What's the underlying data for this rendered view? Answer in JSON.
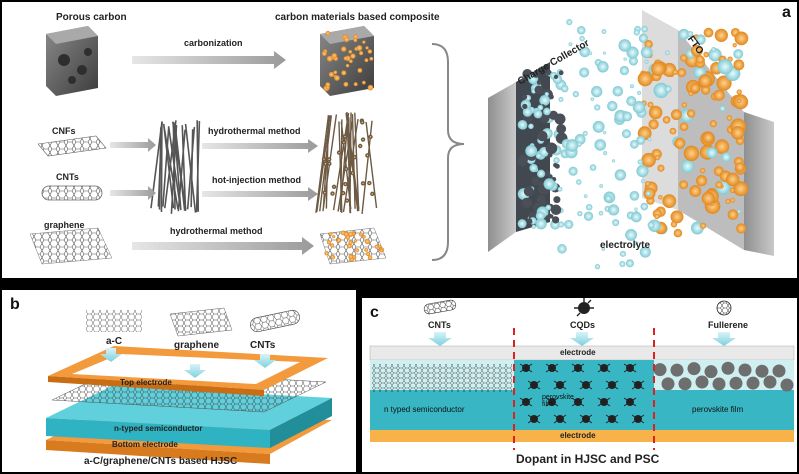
{
  "panel_a": {
    "label": "a",
    "left_title": "Porous carbon",
    "mid_title": "carbon materials based composite",
    "materials": [
      "CNFs",
      "CNTs",
      "graphene"
    ],
    "methods": [
      "carbonization",
      "hydrothermal method",
      "hot-injection method",
      "hydrothermal method"
    ],
    "device_labels": {
      "collector": "Charge Collector",
      "fto": "FTO",
      "electrolyte": "electrolyte"
    },
    "colors": {
      "carbon": "#5b5b5b",
      "particle_orange": "#f2a33a",
      "particle_cyan": "#a8dde3",
      "arrow": "#9a9a9a"
    }
  },
  "panel_b": {
    "label": "b",
    "materials": [
      "a-C",
      "graphene",
      "CNTs"
    ],
    "layers": {
      "top": "Top electrode",
      "semi": "n-typed semiconductor",
      "bottom": "Bottom electrode"
    },
    "caption": "a-C/graphene/CNTs based HJSC",
    "colors": {
      "electrode": "#f39a3c",
      "semiconductor": "#2fb3c2"
    }
  },
  "panel_c": {
    "label": "c",
    "dopants": [
      "CNTs",
      "CQDs",
      "Fullerene"
    ],
    "electrode": "electrode",
    "left_layer": "n typed semiconductor",
    "mid_layer": "perovskite film",
    "right_layer": "perovskite film",
    "caption": "Dopant in HJSC and PSC",
    "colors": {
      "film": "#38b6c4",
      "electrode_bottom": "#f7b24a",
      "divider": "#e02020"
    }
  }
}
